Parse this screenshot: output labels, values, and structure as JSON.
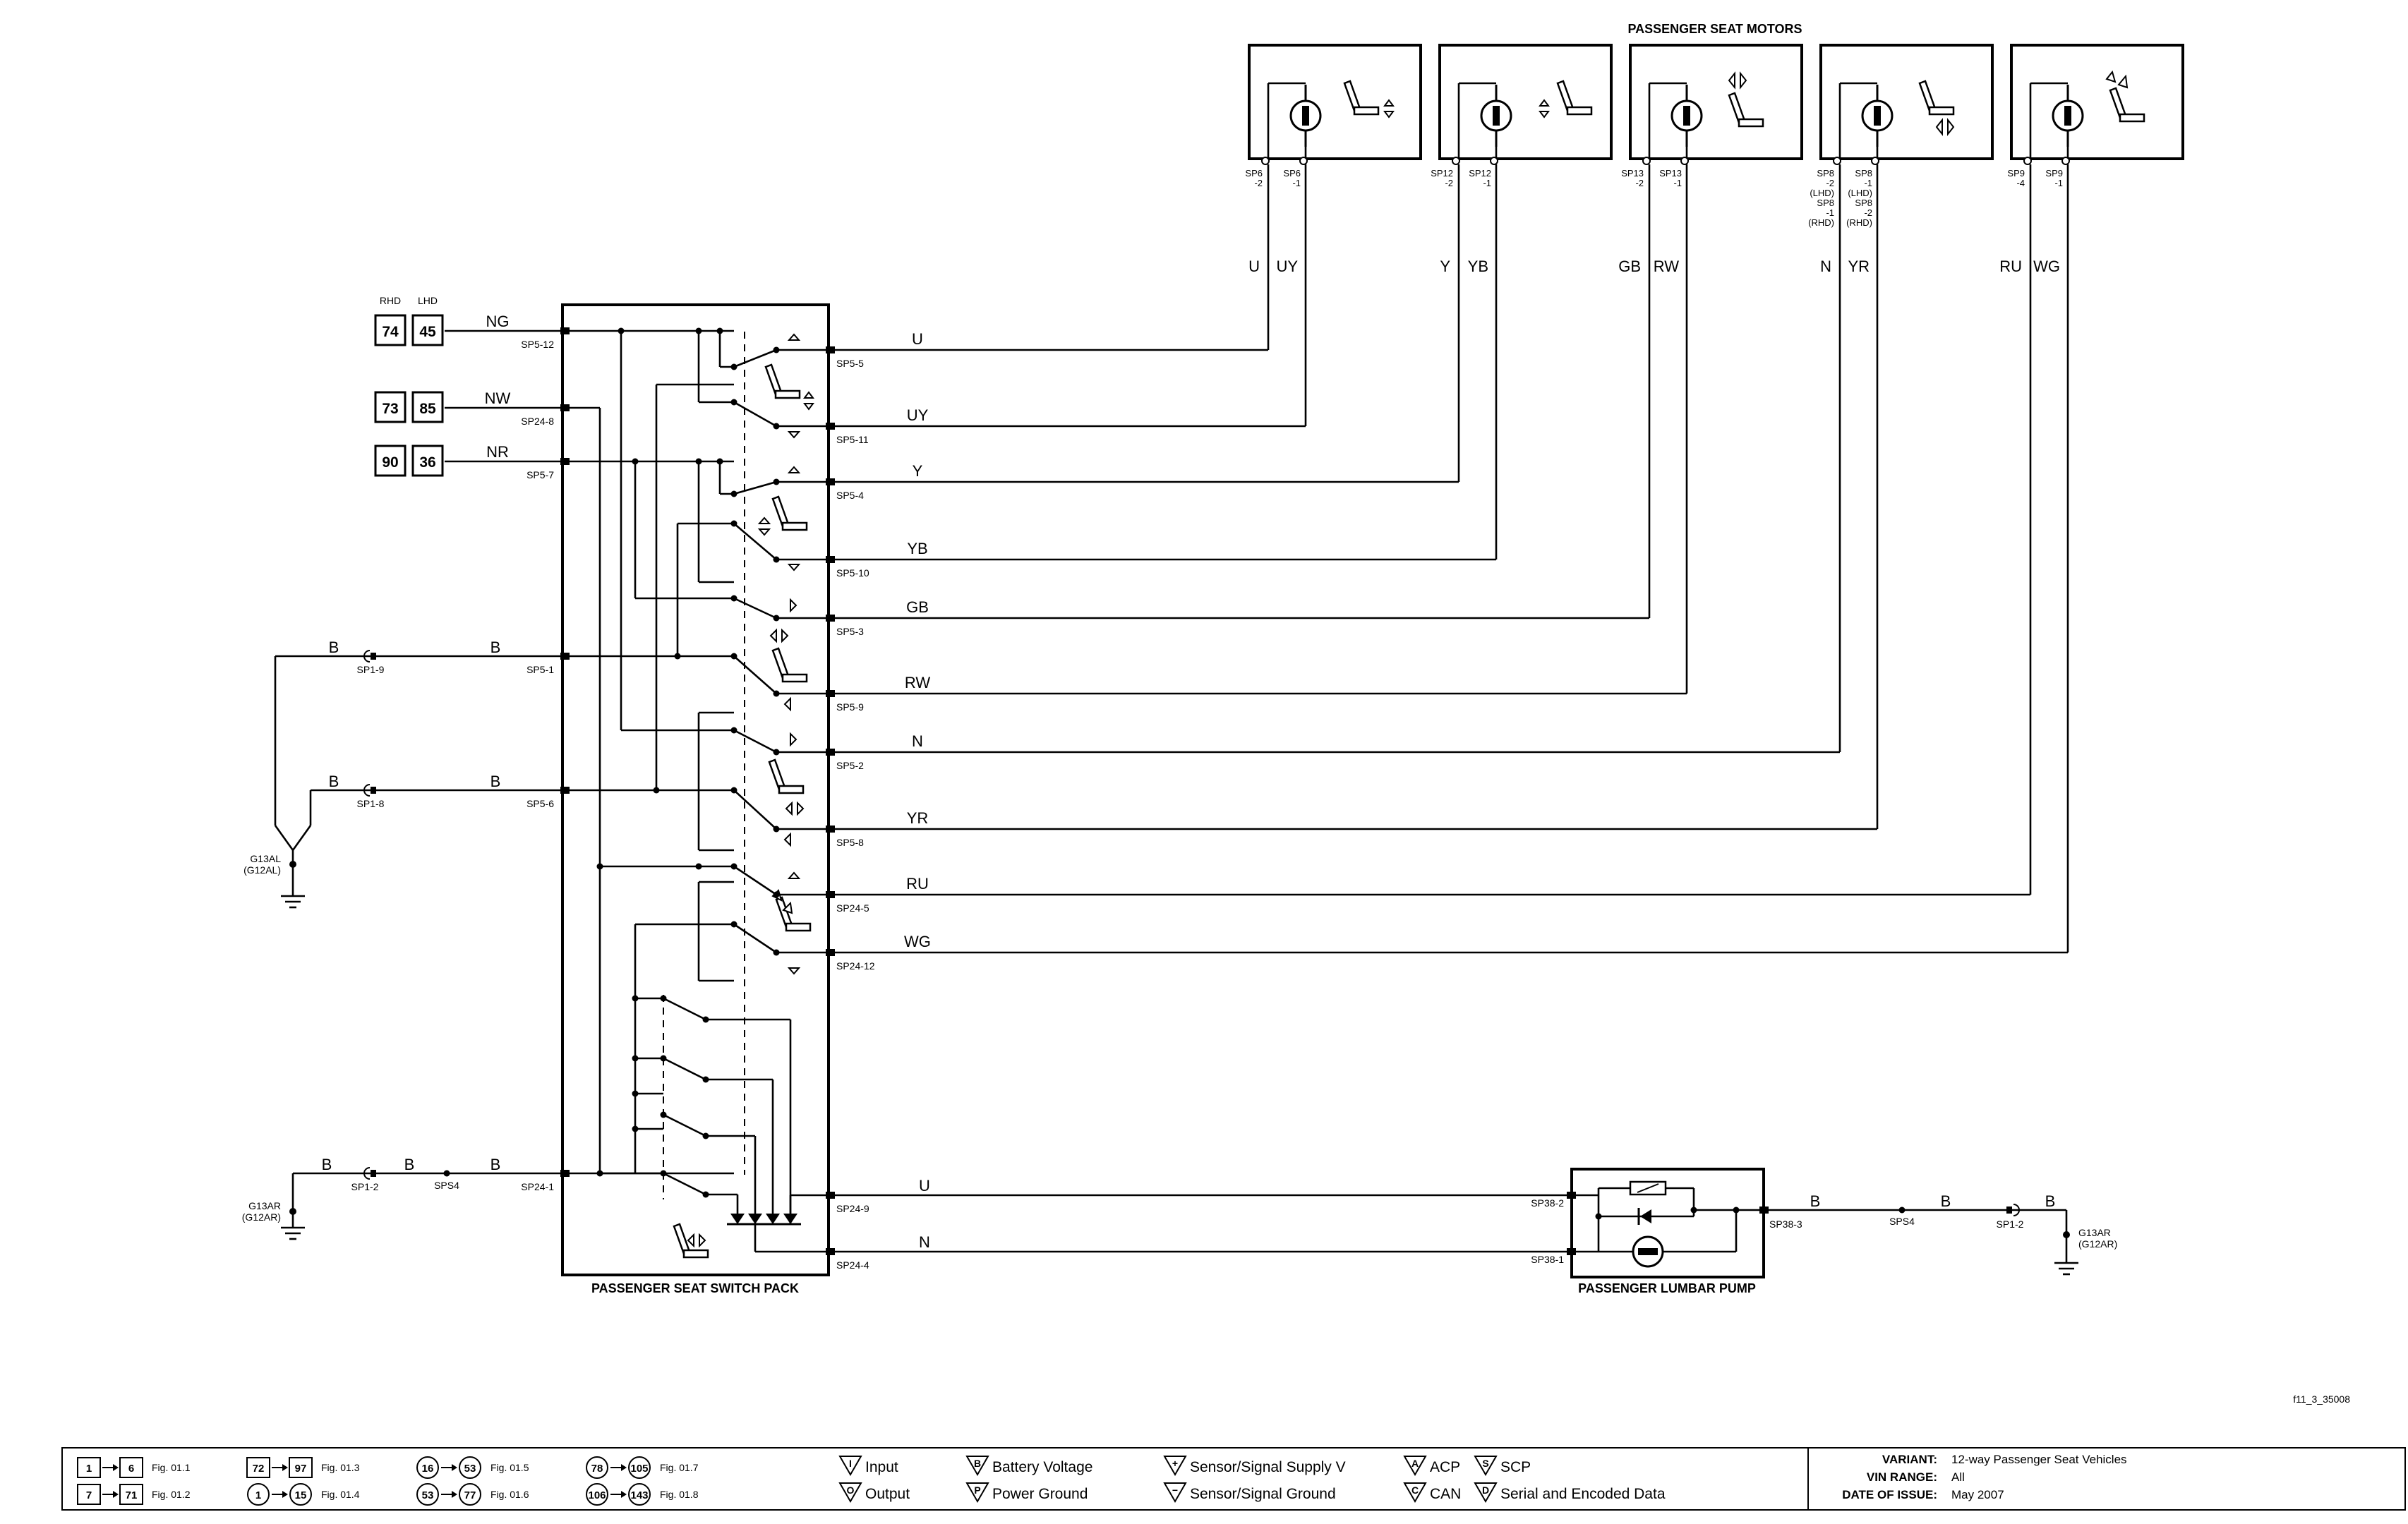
{
  "titles": {
    "motors": "PASSENGER SEAT MOTORS",
    "switch_pack": "PASSENGER SEAT SWITCH PACK",
    "lumbar_pump": "PASSENGER LUMBAR PUMP"
  },
  "drive": {
    "rhd_header": "RHD",
    "lhd_header": "LHD"
  },
  "refs": [
    {
      "rhd": "74",
      "lhd": "45",
      "wire": "NG",
      "pin": "SP5-12"
    },
    {
      "rhd": "73",
      "lhd": "85",
      "wire": "NW",
      "pin": "SP24-8"
    },
    {
      "rhd": "90",
      "lhd": "36",
      "wire": "NR",
      "pin": "SP5-7"
    }
  ],
  "ground_left": {
    "upper": {
      "wire_a": "B",
      "conn": "SP1-9",
      "wire_b": "B",
      "pin": "SP5-1"
    },
    "lower": {
      "wire_a": "B",
      "conn": "SP1-8",
      "wire_b": "B",
      "pin": "SP5-6"
    },
    "ground": "G13AL",
    "ground_alt": "(G12AL)"
  },
  "switch_outputs": [
    {
      "pin": "SP5-5",
      "wire": "U"
    },
    {
      "pin": "SP5-11",
      "wire": "UY"
    },
    {
      "pin": "SP5-4",
      "wire": "Y"
    },
    {
      "pin": "SP5-10",
      "wire": "YB"
    },
    {
      "pin": "SP5-3",
      "wire": "GB"
    },
    {
      "pin": "SP5-9",
      "wire": "RW"
    },
    {
      "pin": "SP5-2",
      "wire": "N"
    },
    {
      "pin": "SP5-8",
      "wire": "YR"
    },
    {
      "pin": "SP24-5",
      "wire": "RU"
    },
    {
      "pin": "SP24-12",
      "wire": "WG"
    }
  ],
  "motors": [
    {
      "pin_a": [
        "SP6",
        "-2"
      ],
      "pin_b": [
        "SP6",
        "-1"
      ],
      "wire_a": "U",
      "wire_b": "UY"
    },
    {
      "pin_a": [
        "SP12",
        "-2"
      ],
      "pin_b": [
        "SP12",
        "-1"
      ],
      "wire_a": "Y",
      "wire_b": "YB"
    },
    {
      "pin_a": [
        "SP13",
        "-2"
      ],
      "pin_b": [
        "SP13",
        "-1"
      ],
      "wire_a": "GB",
      "wire_b": "RW"
    },
    {
      "pin_a": [
        "SP8",
        "-2",
        "(LHD)",
        "SP8",
        "-1",
        "(RHD)"
      ],
      "pin_b": [
        "SP8",
        "-1",
        "(LHD)",
        "SP8",
        "-2",
        "(RHD)"
      ],
      "wire_a": "N",
      "wire_b": "YR"
    },
    {
      "pin_a": [
        "SP9",
        "-4"
      ],
      "pin_b": [
        "SP9",
        "-1"
      ],
      "wire_a": "RU",
      "wire_b": "WG"
    }
  ],
  "lumbar": {
    "ground_in": {
      "wire_a": "B",
      "conn": "SP1-2",
      "wire_b": "B",
      "splice": "SPS4",
      "wire_c": "B",
      "pin": "SP24-1"
    },
    "ground_in_label": "G13AR",
    "ground_in_alt": "(G12AR)",
    "out_u": {
      "pin": "SP24-9",
      "wire": "U",
      "pump_pin": "SP38-2"
    },
    "out_n": {
      "pin": "SP24-4",
      "wire": "N",
      "pump_pin": "SP38-1"
    },
    "pump_out": {
      "pin": "SP38-3",
      "wire_a": "B",
      "splice": "SPS4",
      "wire_b": "B",
      "conn": "SP1-2",
      "wire_c": "B"
    },
    "ground_out_label": "G13AR",
    "ground_out_alt": "(G12AR)"
  },
  "figure_id": "f11_3_35008",
  "legend": {
    "nav": [
      {
        "a": "1",
        "b": "6",
        "fig": "Fig. 01.1"
      },
      {
        "a": "7",
        "b": "71",
        "fig": "Fig. 01.2"
      },
      {
        "a": "72",
        "b": "97",
        "fig": "Fig. 01.3"
      },
      {
        "a": "1",
        "b": "15",
        "fig": "Fig. 01.4"
      },
      {
        "a": "16",
        "b": "53",
        "fig": "Fig. 01.5"
      },
      {
        "a": "53",
        "b": "77",
        "fig": "Fig. 01.6"
      },
      {
        "a": "78",
        "b": "105",
        "fig": "Fig. 01.7"
      },
      {
        "a": "106",
        "b": "143",
        "fig": "Fig. 01.8"
      }
    ],
    "symbols": [
      {
        "glyph": "I",
        "text": "Input"
      },
      {
        "glyph": "O",
        "text": "Output"
      },
      {
        "glyph": "B",
        "text": "Battery Voltage"
      },
      {
        "glyph": "P",
        "text": "Power Ground"
      },
      {
        "glyph": "+",
        "text": "Sensor/Signal Supply V"
      },
      {
        "glyph": "−",
        "text": "Sensor/Signal Ground"
      },
      {
        "glyph": "A",
        "text": "ACP"
      },
      {
        "glyph": "C",
        "text": "CAN"
      },
      {
        "glyph": "S",
        "text": "SCP"
      },
      {
        "glyph": "D",
        "text": "Serial and Encoded Data"
      }
    ],
    "info": [
      {
        "label": "VARIANT:",
        "value": "12-way Passenger Seat Vehicles"
      },
      {
        "label": "VIN RANGE:",
        "value": "All"
      },
      {
        "label": "DATE OF ISSUE:",
        "value": "May 2007"
      }
    ]
  }
}
